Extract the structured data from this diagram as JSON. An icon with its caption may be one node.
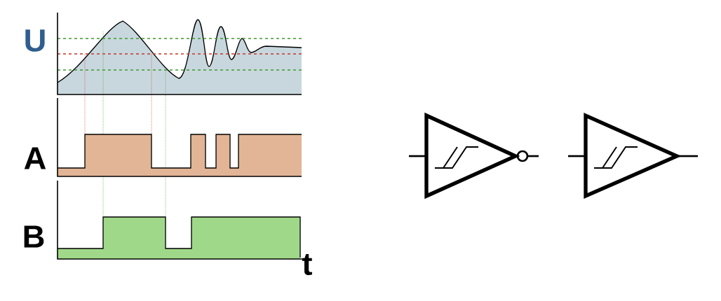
{
  "diagram": {
    "labels": [
      "U",
      "A",
      "B",
      "t"
    ]
  }
}
